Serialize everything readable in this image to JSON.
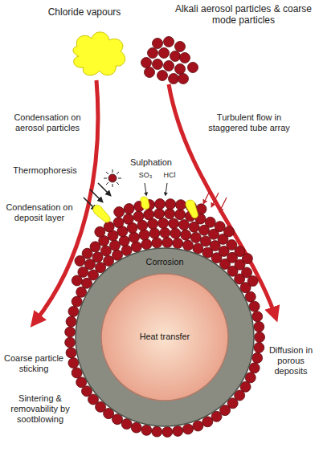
{
  "diagram": {
    "nodes": [
      {
        "text": [
          "Corrosion"
        ]
      },
      {
        "text": [
          "Heat transfer"
        ],
        "in": 0
      }
    ],
    "labels": [
      "Chloride vapours",
      "Alkali aerosol particles & coarse mode particles",
      "Condensation on aerosol particles",
      "Turbulent flow in staggered tube array",
      "Thermophoresis",
      "Sulphation",
      "SO₃",
      "HCl",
      "Condensation on deposit layer",
      "Coarse particle sticking",
      "Sintering & removability by sootblowing",
      "Diffusion in porous deposits"
    ]
  }
}
